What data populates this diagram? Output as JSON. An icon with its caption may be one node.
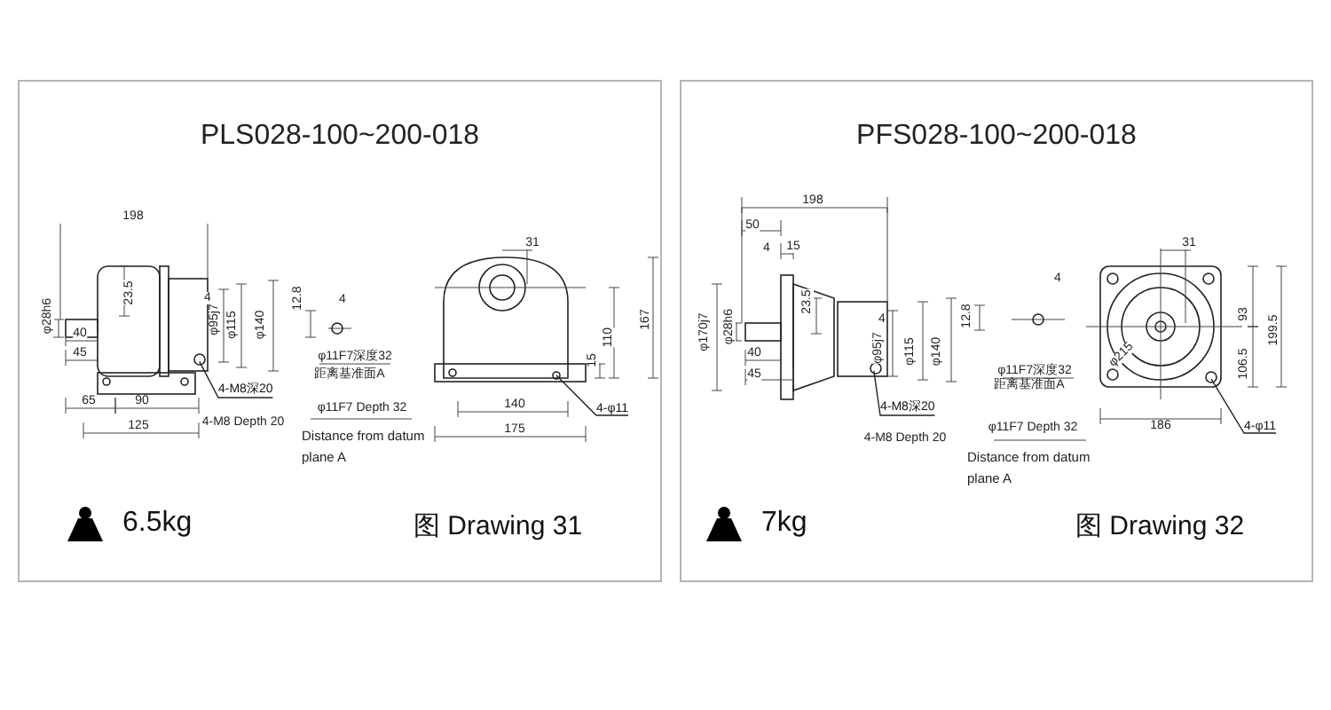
{
  "diagram": {
    "nodes": [
      {
        "text": [
          "PLS028-100~200-018"
        ]
      },
      {
        "text": [
          "6.5kg"
        ],
        "in": 0
      },
      {
        "text": [
          "图 Drawing 31"
        ],
        "in": 0
      },
      {
        "text": [
          "4-M8深20"
        ],
        "in": 0
      },
      {
        "text": [
          "4-φ11"
        ],
        "in": 0
      },
      {
        "text": [
          "PFS028-100~200-018"
        ]
      },
      {
        "text": [
          "7kg"
        ],
        "in": 5
      },
      {
        "text": [
          "图 Drawing 32"
        ],
        "in": 5
      },
      {
        "text": [
          "4-M8深20"
        ],
        "in": 5
      },
      {
        "text": [
          "4-φ11"
        ],
        "in": 5
      },
      {
        "text": [],
        "shape": "circle",
        "in": 0
      },
      {
        "text": [],
        "shape": "circle",
        "in": 0
      },
      {
        "text": [],
        "shape": "circle",
        "in": 5
      },
      {
        "text": [],
        "shape": "circle",
        "in": 5
      }
    ],
    "edges": [
      {
        "from": 3,
        "to": 10,
        "arrow": "none"
      },
      {
        "from": 4,
        "to": 11,
        "arrow": "none"
      },
      {
        "from": 8,
        "to": 12,
        "arrow": "none"
      },
      {
        "from": 9,
        "to": 13,
        "arrow": "none"
      }
    ],
    "labels": [
      "198",
      "φ28h6",
      "23.5",
      "40",
      "45",
      "65",
      "90",
      "125",
      "4",
      "φ95j7",
      "φ115",
      "φ140",
      "4-M8 Depth 20",
      "12.8",
      "4",
      "φ11F7深度32",
      "距离基准面A",
      "φ11F7 Depth 32",
      "Distance from datum plane A",
      "31",
      "167",
      "110",
      "15",
      "140",
      "175",
      "198",
      "50",
      "4",
      "15",
      "φ170j7",
      "φ28h6",
      "23.5",
      "40",
      "45",
      "4",
      "φ95j7",
      "φ115",
      "φ140",
      "4-M8 Depth 20",
      "12.8",
      "4",
      "φ11F7深度32",
      "距离基准面A",
      "φ11F7 Depth 32",
      "Distance from datum plane A",
      "31",
      "φ215",
      "93",
      "106.5",
      "199.5",
      "186"
    ]
  }
}
